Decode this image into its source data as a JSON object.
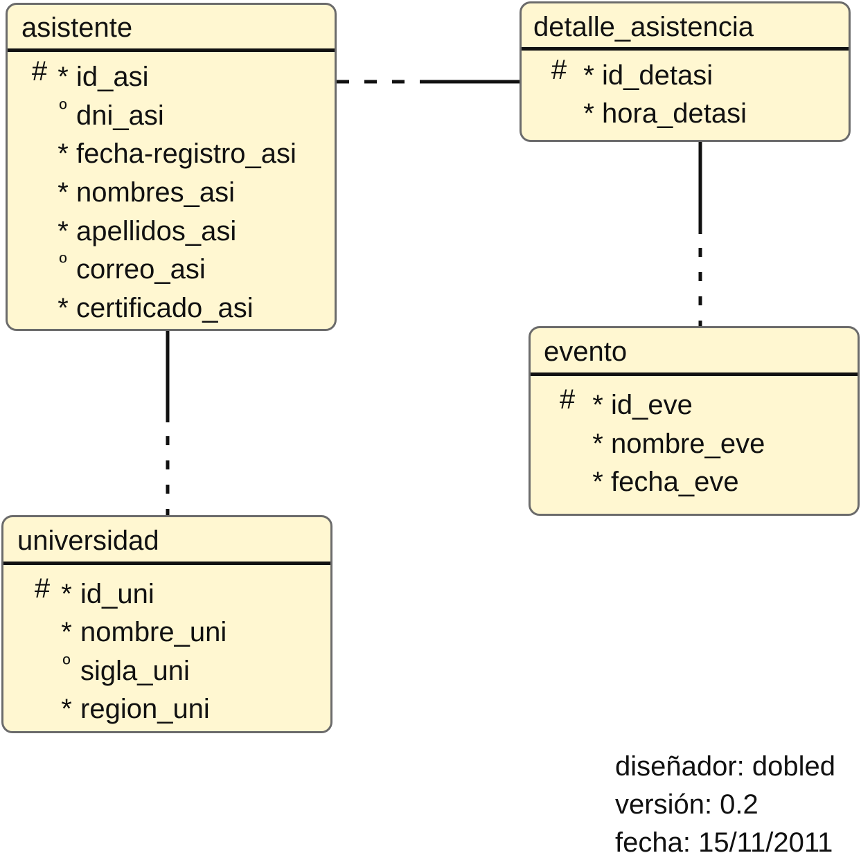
{
  "entities": {
    "asistente": {
      "title": "asistente",
      "attributes": [
        {
          "pk": "#",
          "mark": "*",
          "name": "id_asi"
        },
        {
          "pk": "",
          "mark": "º",
          "name": "dni_asi"
        },
        {
          "pk": "",
          "mark": "*",
          "name": "fecha-registro_asi"
        },
        {
          "pk": "",
          "mark": "*",
          "name": "nombres_asi"
        },
        {
          "pk": "",
          "mark": "*",
          "name": "apellidos_asi"
        },
        {
          "pk": "",
          "mark": "º",
          "name": "correo_asi"
        },
        {
          "pk": "",
          "mark": "*",
          "name": "certificado_asi"
        }
      ]
    },
    "detalle_asistencia": {
      "title": "detalle_asistencia",
      "attributes": [
        {
          "pk": "#",
          "mark": "*",
          "name": "id_detasi"
        },
        {
          "pk": "",
          "mark": "*",
          "name": "hora_detasi"
        }
      ]
    },
    "evento": {
      "title": "evento",
      "attributes": [
        {
          "pk": "#",
          "mark": "*",
          "name": "id_eve"
        },
        {
          "pk": "",
          "mark": "*",
          "name": "nombre_eve"
        },
        {
          "pk": "",
          "mark": "*",
          "name": "fecha_eve"
        }
      ]
    },
    "universidad": {
      "title": "universidad",
      "attributes": [
        {
          "pk": "#",
          "mark": "*",
          "name": "id_uni"
        },
        {
          "pk": "",
          "mark": "*",
          "name": "nombre_uni"
        },
        {
          "pk": "",
          "mark": "º",
          "name": "sigla_uni"
        },
        {
          "pk": "",
          "mark": "*",
          "name": "region_uni"
        }
      ]
    }
  },
  "relationships": [
    {
      "from": "asistente",
      "to": "detalle_asistencia",
      "from_side": "optional",
      "to_side": "mandatory"
    },
    {
      "from": "detalle_asistencia",
      "to": "evento",
      "from_side": "mandatory",
      "to_side": "optional"
    },
    {
      "from": "asistente",
      "to": "universidad",
      "from_side": "mandatory",
      "to_side": "optional"
    }
  ],
  "info": {
    "designer": "diseñador: dobled",
    "version": "versión: 0.2",
    "date": "fecha: 15/11/2011"
  },
  "colors": {
    "entity_fill": "#fff7d1",
    "entity_border": "#6b6b6b",
    "line": "#111111"
  }
}
